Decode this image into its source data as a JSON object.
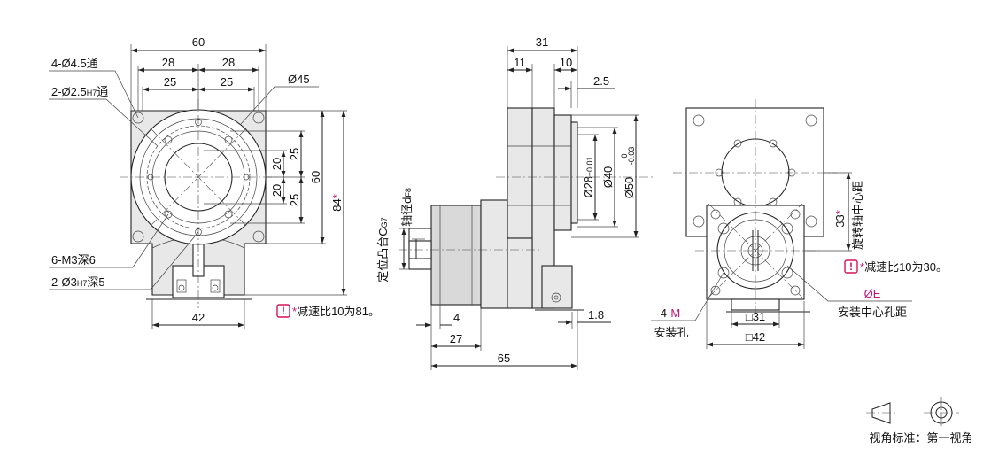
{
  "front_view": {
    "dim_60_top": "60",
    "dim_28_left": "28",
    "dim_28_right": "28",
    "dim_25_left": "25",
    "dim_25_right": "25",
    "hole_through": "4-Ø4.5通",
    "pin_hole_prefix": "2-Ø2.5",
    "pin_hole_tol": "H7",
    "pin_hole_suffix": "通",
    "dia_45": "Ø45",
    "v_20_top": "20",
    "v_25_top": "25",
    "v_20_bot": "20",
    "v_25_bot": "25",
    "v_60": "60",
    "v_84": "84",
    "v_84_star": "*",
    "tap_holes": "6-M3深6",
    "dowel_prefix": "2-Ø3",
    "dowel_tol": "H7",
    "dowel_suffix": "深5",
    "dim_42": "42",
    "note_star": "*",
    "note_text": "减速比10为81。"
  },
  "side_view": {
    "dim_31": "31",
    "dim_11": "11",
    "dim_10": "10",
    "dim_2_5": "2.5",
    "dia_28_prefix": "Ø28",
    "dia_28_tol": "±0.01",
    "dia_40": "Ø40",
    "dia_50_prefix": "Ø50",
    "dia_50_tol_upper": "0",
    "dia_50_tol_lower": "-0.03",
    "shaft_prefix": "轴径d",
    "shaft_tol": "F8",
    "spigot_prefix": "定位凸台C",
    "spigot_tol": "G7",
    "dim_4": "4",
    "dim_27": "27",
    "dim_65": "65",
    "dim_1_8": "1.8"
  },
  "rear_view": {
    "v_33": "33",
    "v_33_star": "*",
    "rotation_label": "旋转轴中心距",
    "note_star": "*",
    "note_text": "减速比10为30。",
    "dia_e": "ØE",
    "dia_e_label": "安装中心孔距",
    "hole_prefix": "4-",
    "hole_m": "M",
    "hole_label": "安装孔",
    "sq_31": "□31",
    "sq_42": "□42"
  },
  "projection": {
    "label": "视角标准：第一视角"
  },
  "colors": {
    "accent": "#c0167a",
    "warning": "#d4145a"
  }
}
